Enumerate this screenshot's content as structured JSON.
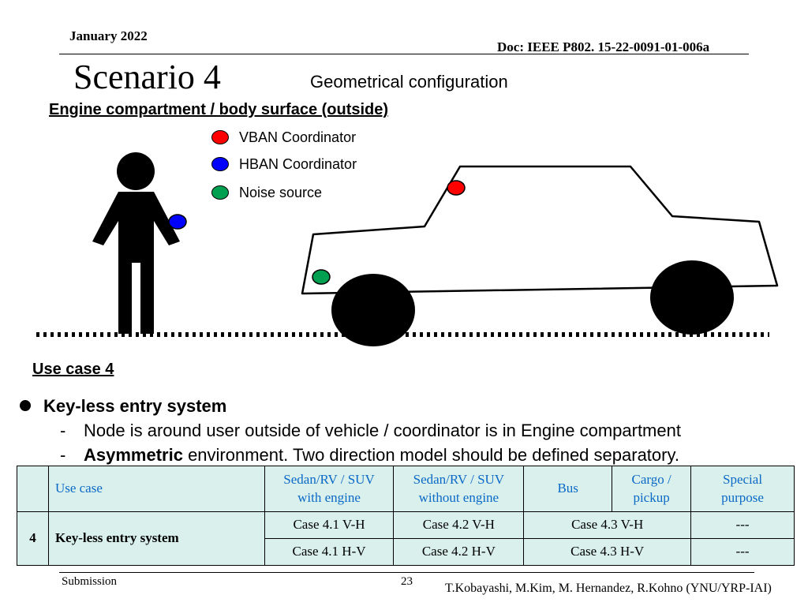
{
  "header": {
    "date": "January 2022",
    "doc_id": "Doc: IEEE P802. 15-22-0091-01-006a"
  },
  "slide": {
    "title": "Scenario 4",
    "subtitle": "Geometrical configuration",
    "section_heading": "Engine compartment / body surface (outside)"
  },
  "legend": [
    {
      "label": "VBAN Coordinator",
      "color": "#ff0000"
    },
    {
      "label": "HBAN Coordinator",
      "color": "#0000ff"
    },
    {
      "label": "Noise source",
      "color": "#00a050"
    }
  ],
  "usecase": {
    "heading": "Use case 4",
    "bullet": "Key-less entry system",
    "sub1": "Node is around user outside of vehicle / coordinator is in Engine compartment",
    "sub2_bold": "Asymmetric",
    "sub2_rest": " environment. Two direction model should be defined separatory."
  },
  "table": {
    "headers": {
      "use_case": "Use case",
      "sedan_with_l1": "Sedan/RV / SUV",
      "sedan_with_l2": "with engine",
      "sedan_without_l1": "Sedan/RV / SUV",
      "sedan_without_l2": "without engine",
      "bus": "Bus",
      "cargo_l1": "Cargo /",
      "cargo_l2": "pickup",
      "special_l1": "Special",
      "special_l2": "purpose"
    },
    "row": {
      "number": "4",
      "name": "Key-less entry system",
      "r1": {
        "c1": "Case 4.1 V-H",
        "c2": "Case 4.2 V-H",
        "c3": "Case 4.3 V-H",
        "c4": "---"
      },
      "r2": {
        "c1": "Case 4.1 H-V",
        "c2": "Case 4.2 H-V",
        "c3": "Case 4.3 H-V",
        "c4": "---"
      }
    }
  },
  "footer": {
    "submission": "Submission",
    "page": "23",
    "authors": "T.Kobayashi, M.Kim, M. Hernandez, R.Kohno (YNU/YRP-IAI)"
  }
}
